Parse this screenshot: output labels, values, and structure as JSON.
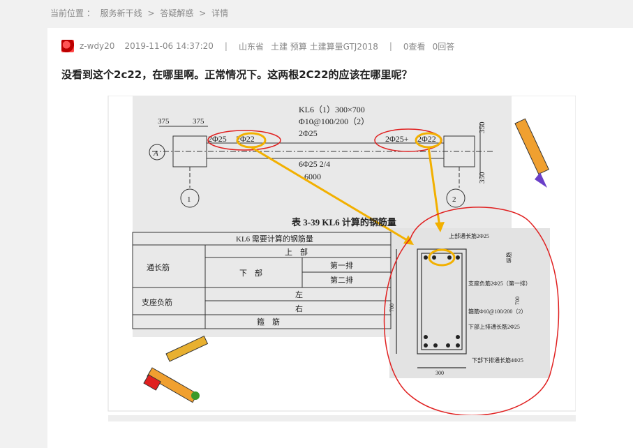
{
  "breadcrumb": {
    "prefix": "当前位置 ：",
    "items": [
      "服务新干线",
      "答疑解惑",
      "详情"
    ],
    "sep": ">"
  },
  "post": {
    "author": "z-wdy20",
    "datetime": "2019-11-06 14:37:20",
    "region": "山东省",
    "tags": "土建 预算 土建算量GTJ2018",
    "views": "0查看",
    "answers": "0回答",
    "title": "没看到这个2c22，在哪里啊。正常情况下。这两根2C22的应该在哪里呢？"
  },
  "figure": {
    "beam_label": "KL6（1）300×700",
    "stirrup": "Φ10@100/200（2）",
    "top_bar": "2Φ25",
    "left_support": "2Φ25+2Φ22",
    "left_support_a": "2Φ25",
    "left_support_b": "2Φ22",
    "right_support_a": "2Φ25+",
    "right_support_b": "2Φ22",
    "bottom_bar": "6Φ25  2/4",
    "span": "6000",
    "dim_375a": "375",
    "dim_375b": "375",
    "dim_350a": "350",
    "dim_350b": "350",
    "axis_a": "A",
    "axis_1": "1",
    "axis_2": "2",
    "table_title": "表 3-39   KL6 计算的钢筋量",
    "table_header": "KL6 需要计算的钢筋量",
    "row_top": "上　部",
    "row_bottom": "下　部",
    "row_first": "第一排",
    "row_second": "第二排",
    "row_left": "左",
    "row_right": "右",
    "row_stirrup": "箍　筋",
    "col_through": "通长筋",
    "col_support": "支座负筋",
    "sec_top": "上部通长筋2Φ25",
    "sec_support": "支座负筋2Φ25（第一排）",
    "sec_stirrup": "箍筋Φ10@100/200（2）",
    "sec_bottom_upper": "下部上排通长筋2Φ25",
    "sec_bottom_lower": "下部下排通长筋4Φ25",
    "sec_width": "300",
    "sec_height": "700",
    "sec_side": "700",
    "sec_cover": "纵筋"
  }
}
